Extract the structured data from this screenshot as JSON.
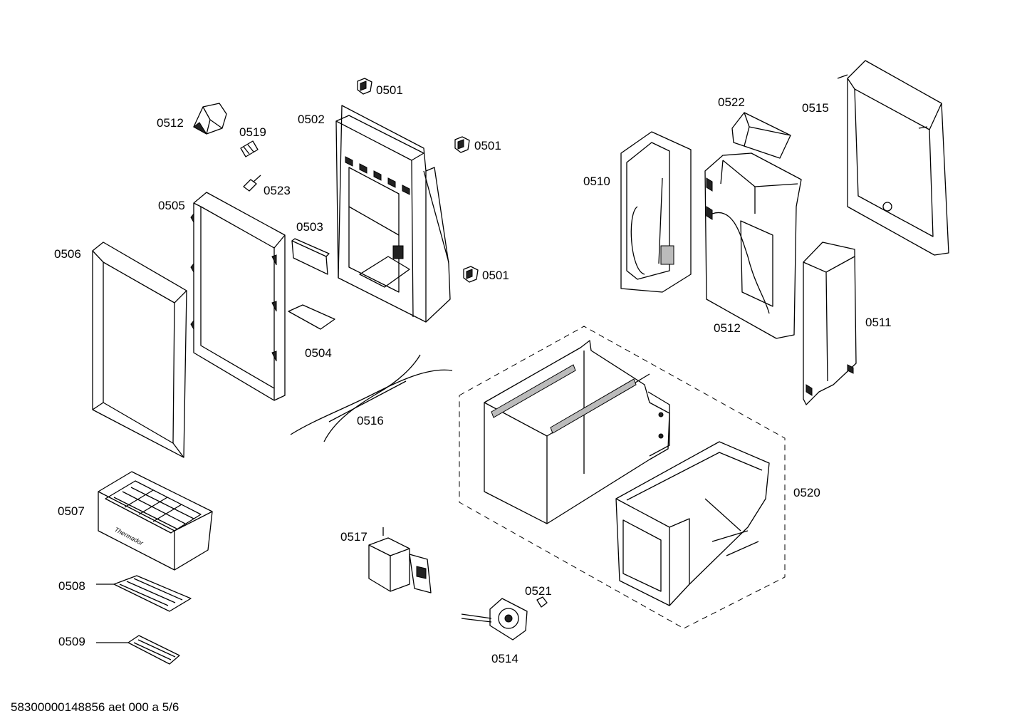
{
  "labels": {
    "p0501a": "0501",
    "p0501b": "0501",
    "p0501c": "0501",
    "p0502": "0502",
    "p0503": "0503",
    "p0504": "0504",
    "p0505": "0505",
    "p0506": "0506",
    "p0507": "0507",
    "p0508": "0508",
    "p0509": "0509",
    "p0510": "0510",
    "p0511": "0511",
    "p0512a": "0512",
    "p0512b": "0512",
    "p0514": "0514",
    "p0515": "0515",
    "p0516": "0516",
    "p0517": "0517",
    "p0519": "0519",
    "p0520": "0520",
    "p0521": "0521",
    "p0522": "0522",
    "p0523": "0523"
  },
  "footer": "58300000148856 aet 000 a 5/6"
}
